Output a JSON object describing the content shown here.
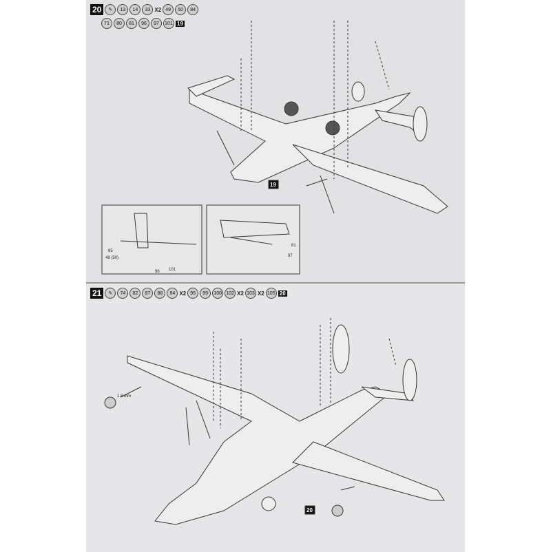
{
  "step20": {
    "number": "20",
    "parts": [
      "13",
      "14",
      "33",
      "X2",
      "49",
      "50",
      "84"
    ],
    "parts_row2": [
      "71",
      "80",
      "81",
      "96",
      "97",
      "101"
    ],
    "ref": "19",
    "callout": "19",
    "inset_labels": [
      "85",
      "49 (50)",
      "96",
      "101",
      "81",
      "97"
    ]
  },
  "step21": {
    "number": "21",
    "parts": [
      "74",
      "82",
      "87",
      "88",
      "94",
      "X2",
      "95",
      "99",
      "100",
      "102",
      "X2",
      "103",
      "X2",
      "105"
    ],
    "ref": "20",
    "callout": "20",
    "drill_label": "1.8 mm"
  }
}
